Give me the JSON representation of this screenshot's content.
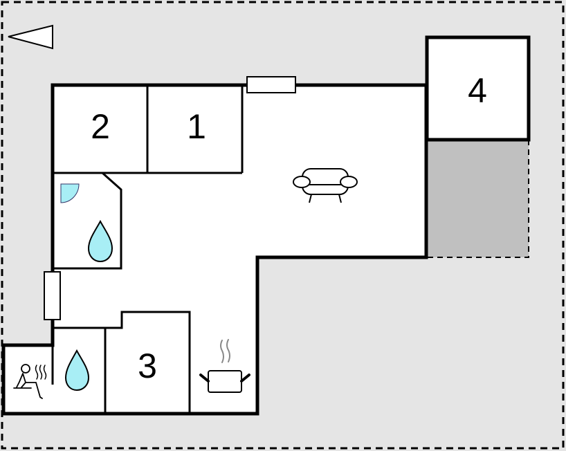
{
  "diagram": {
    "type": "floor-plan",
    "colors": {
      "plot_background": "#e5e5e5",
      "interior": "#ffffff",
      "terrace": "#c0c0c0",
      "wall": "#000000",
      "water_icon": "#a8eef5",
      "steam": "#888888"
    },
    "rooms": [
      {
        "id": "1",
        "label": "1",
        "type": "bedroom"
      },
      {
        "id": "2",
        "label": "2",
        "type": "bedroom"
      },
      {
        "id": "3",
        "label": "3",
        "type": "bedroom"
      },
      {
        "id": "4",
        "label": "4",
        "type": "bedroom"
      }
    ],
    "icons": [
      {
        "name": "north-arrow-icon",
        "location": "top-left"
      },
      {
        "name": "shower-icon",
        "location": "bathroom"
      },
      {
        "name": "water-drop-icon",
        "location": "bathroom"
      },
      {
        "name": "water-drop-icon",
        "location": "lower bathroom"
      },
      {
        "name": "sauna-icon",
        "location": "sauna"
      },
      {
        "name": "sofa-icon",
        "location": "living room"
      },
      {
        "name": "cooking-pot-icon",
        "location": "kitchen"
      }
    ],
    "areas": [
      {
        "name": "terrace",
        "location": "below room 4"
      },
      {
        "name": "plot-boundary",
        "style": "dashed"
      }
    ]
  }
}
